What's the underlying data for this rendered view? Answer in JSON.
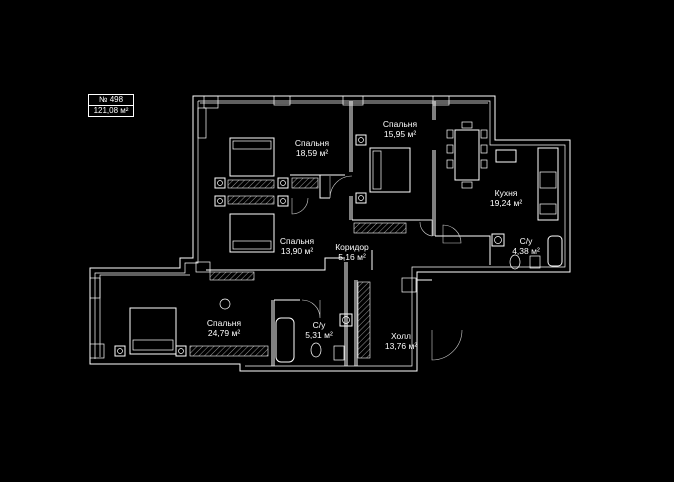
{
  "apartment": {
    "number": "№ 498",
    "area": "121,08 м²"
  },
  "rooms": [
    {
      "id": "bedroom-1",
      "name": "Спальня",
      "area": "18,59 м²"
    },
    {
      "id": "bedroom-2",
      "name": "Спальня",
      "area": "15,95 м²"
    },
    {
      "id": "kitchen",
      "name": "Кухня",
      "area": "19,24 м²"
    },
    {
      "id": "bedroom-3",
      "name": "Спальня",
      "area": "13,90 м²"
    },
    {
      "id": "corridor",
      "name": "Коридор",
      "area": "5,16 м²"
    },
    {
      "id": "bathroom-1",
      "name": "С/у",
      "area": "4,38 м²"
    },
    {
      "id": "bedroom-4",
      "name": "Спальня",
      "area": "24,79 м²"
    },
    {
      "id": "bathroom-2",
      "name": "С/у",
      "area": "5,31 м²"
    },
    {
      "id": "hall",
      "name": "Холл",
      "area": "13,76 м²"
    }
  ],
  "colors": {
    "background": "#000000",
    "lines": "#ffffff"
  }
}
